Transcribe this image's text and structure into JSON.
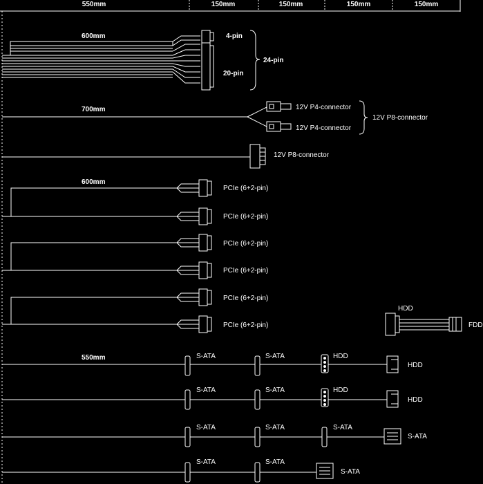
{
  "colors": {
    "background": "#000000",
    "line": "#ffffff",
    "text": "#ffffff"
  },
  "ruler": {
    "labels": [
      "550mm",
      "150mm",
      "150mm",
      "150mm",
      "150mm"
    ]
  },
  "atx": {
    "length": "600mm",
    "pin4": "4-pin",
    "pin20": "20-pin",
    "pin24": "24-pin"
  },
  "cpu": {
    "length": "700mm",
    "p4_a": "12V P4-connector",
    "p4_b": "12V P4-connector",
    "p8_group": "12V P8-connector",
    "p8_single": "12V P8-connector"
  },
  "pcie": {
    "length": "600mm",
    "labels": [
      "PCIe (6+2-pin)",
      "PCIe (6+2-pin)",
      "PCIe (6+2-pin)",
      "PCIe (6+2-pin)",
      "PCIe (6+2-pin)",
      "PCIe (6+2-pin)"
    ]
  },
  "fdd_adapter": {
    "hdd": "HDD",
    "fdd": "FDD"
  },
  "peripheral": {
    "length": "550mm",
    "row1": [
      "S-ATA",
      "S-ATA",
      "HDD",
      "HDD"
    ],
    "row2": [
      "S-ATA",
      "S-ATA",
      "HDD",
      "HDD"
    ],
    "row3": [
      "S-ATA",
      "S-ATA",
      "S-ATA",
      "S-ATA"
    ],
    "row4": [
      "S-ATA",
      "S-ATA",
      "S-ATA"
    ]
  }
}
